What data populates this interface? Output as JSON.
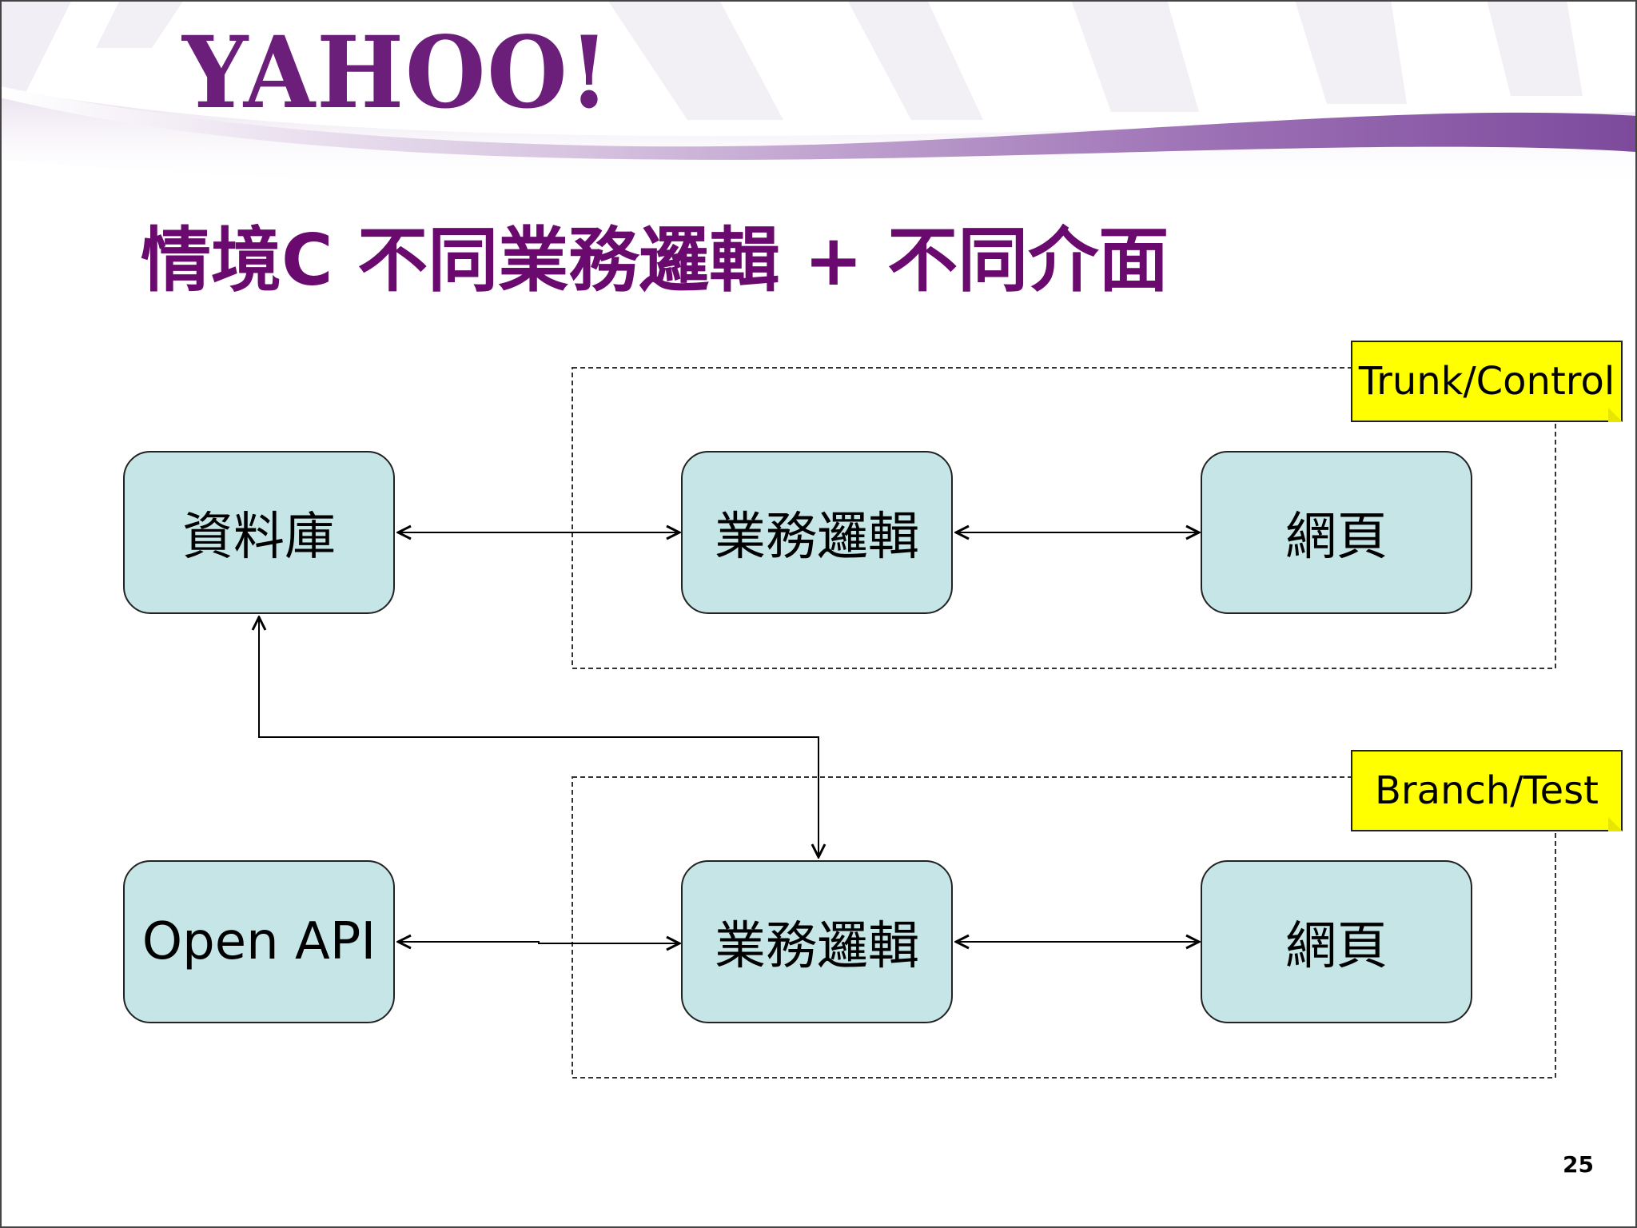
{
  "header": {
    "logo_text": "YAHOO!",
    "brand_color": "#6b1f7a"
  },
  "slide": {
    "title": "情境C 不同業務邏輯 + 不同介面",
    "page_number": "25"
  },
  "diagram": {
    "nodes": [
      {
        "id": "database",
        "label": "資料庫"
      },
      {
        "id": "logic-trunk",
        "label": "業務邏輯"
      },
      {
        "id": "web-trunk",
        "label": "網頁"
      },
      {
        "id": "open-api",
        "label": "Open API"
      },
      {
        "id": "logic-branch",
        "label": "業務邏輯"
      },
      {
        "id": "web-branch",
        "label": "網頁"
      }
    ],
    "groups": [
      {
        "id": "trunk",
        "label": "Trunk/Control"
      },
      {
        "id": "branch",
        "label": "Branch/Test"
      }
    ],
    "edges": [
      {
        "from": "database",
        "to": "logic-trunk",
        "direction": "both"
      },
      {
        "from": "logic-trunk",
        "to": "web-trunk",
        "direction": "both"
      },
      {
        "from": "database",
        "to": "logic-branch",
        "direction": "both"
      },
      {
        "from": "open-api",
        "to": "logic-branch",
        "direction": "both"
      },
      {
        "from": "logic-branch",
        "to": "web-branch",
        "direction": "both"
      }
    ],
    "colors": {
      "node_fill": "#c6e5e6",
      "note_fill": "#ffff00",
      "title": "#6a0a6e"
    }
  }
}
